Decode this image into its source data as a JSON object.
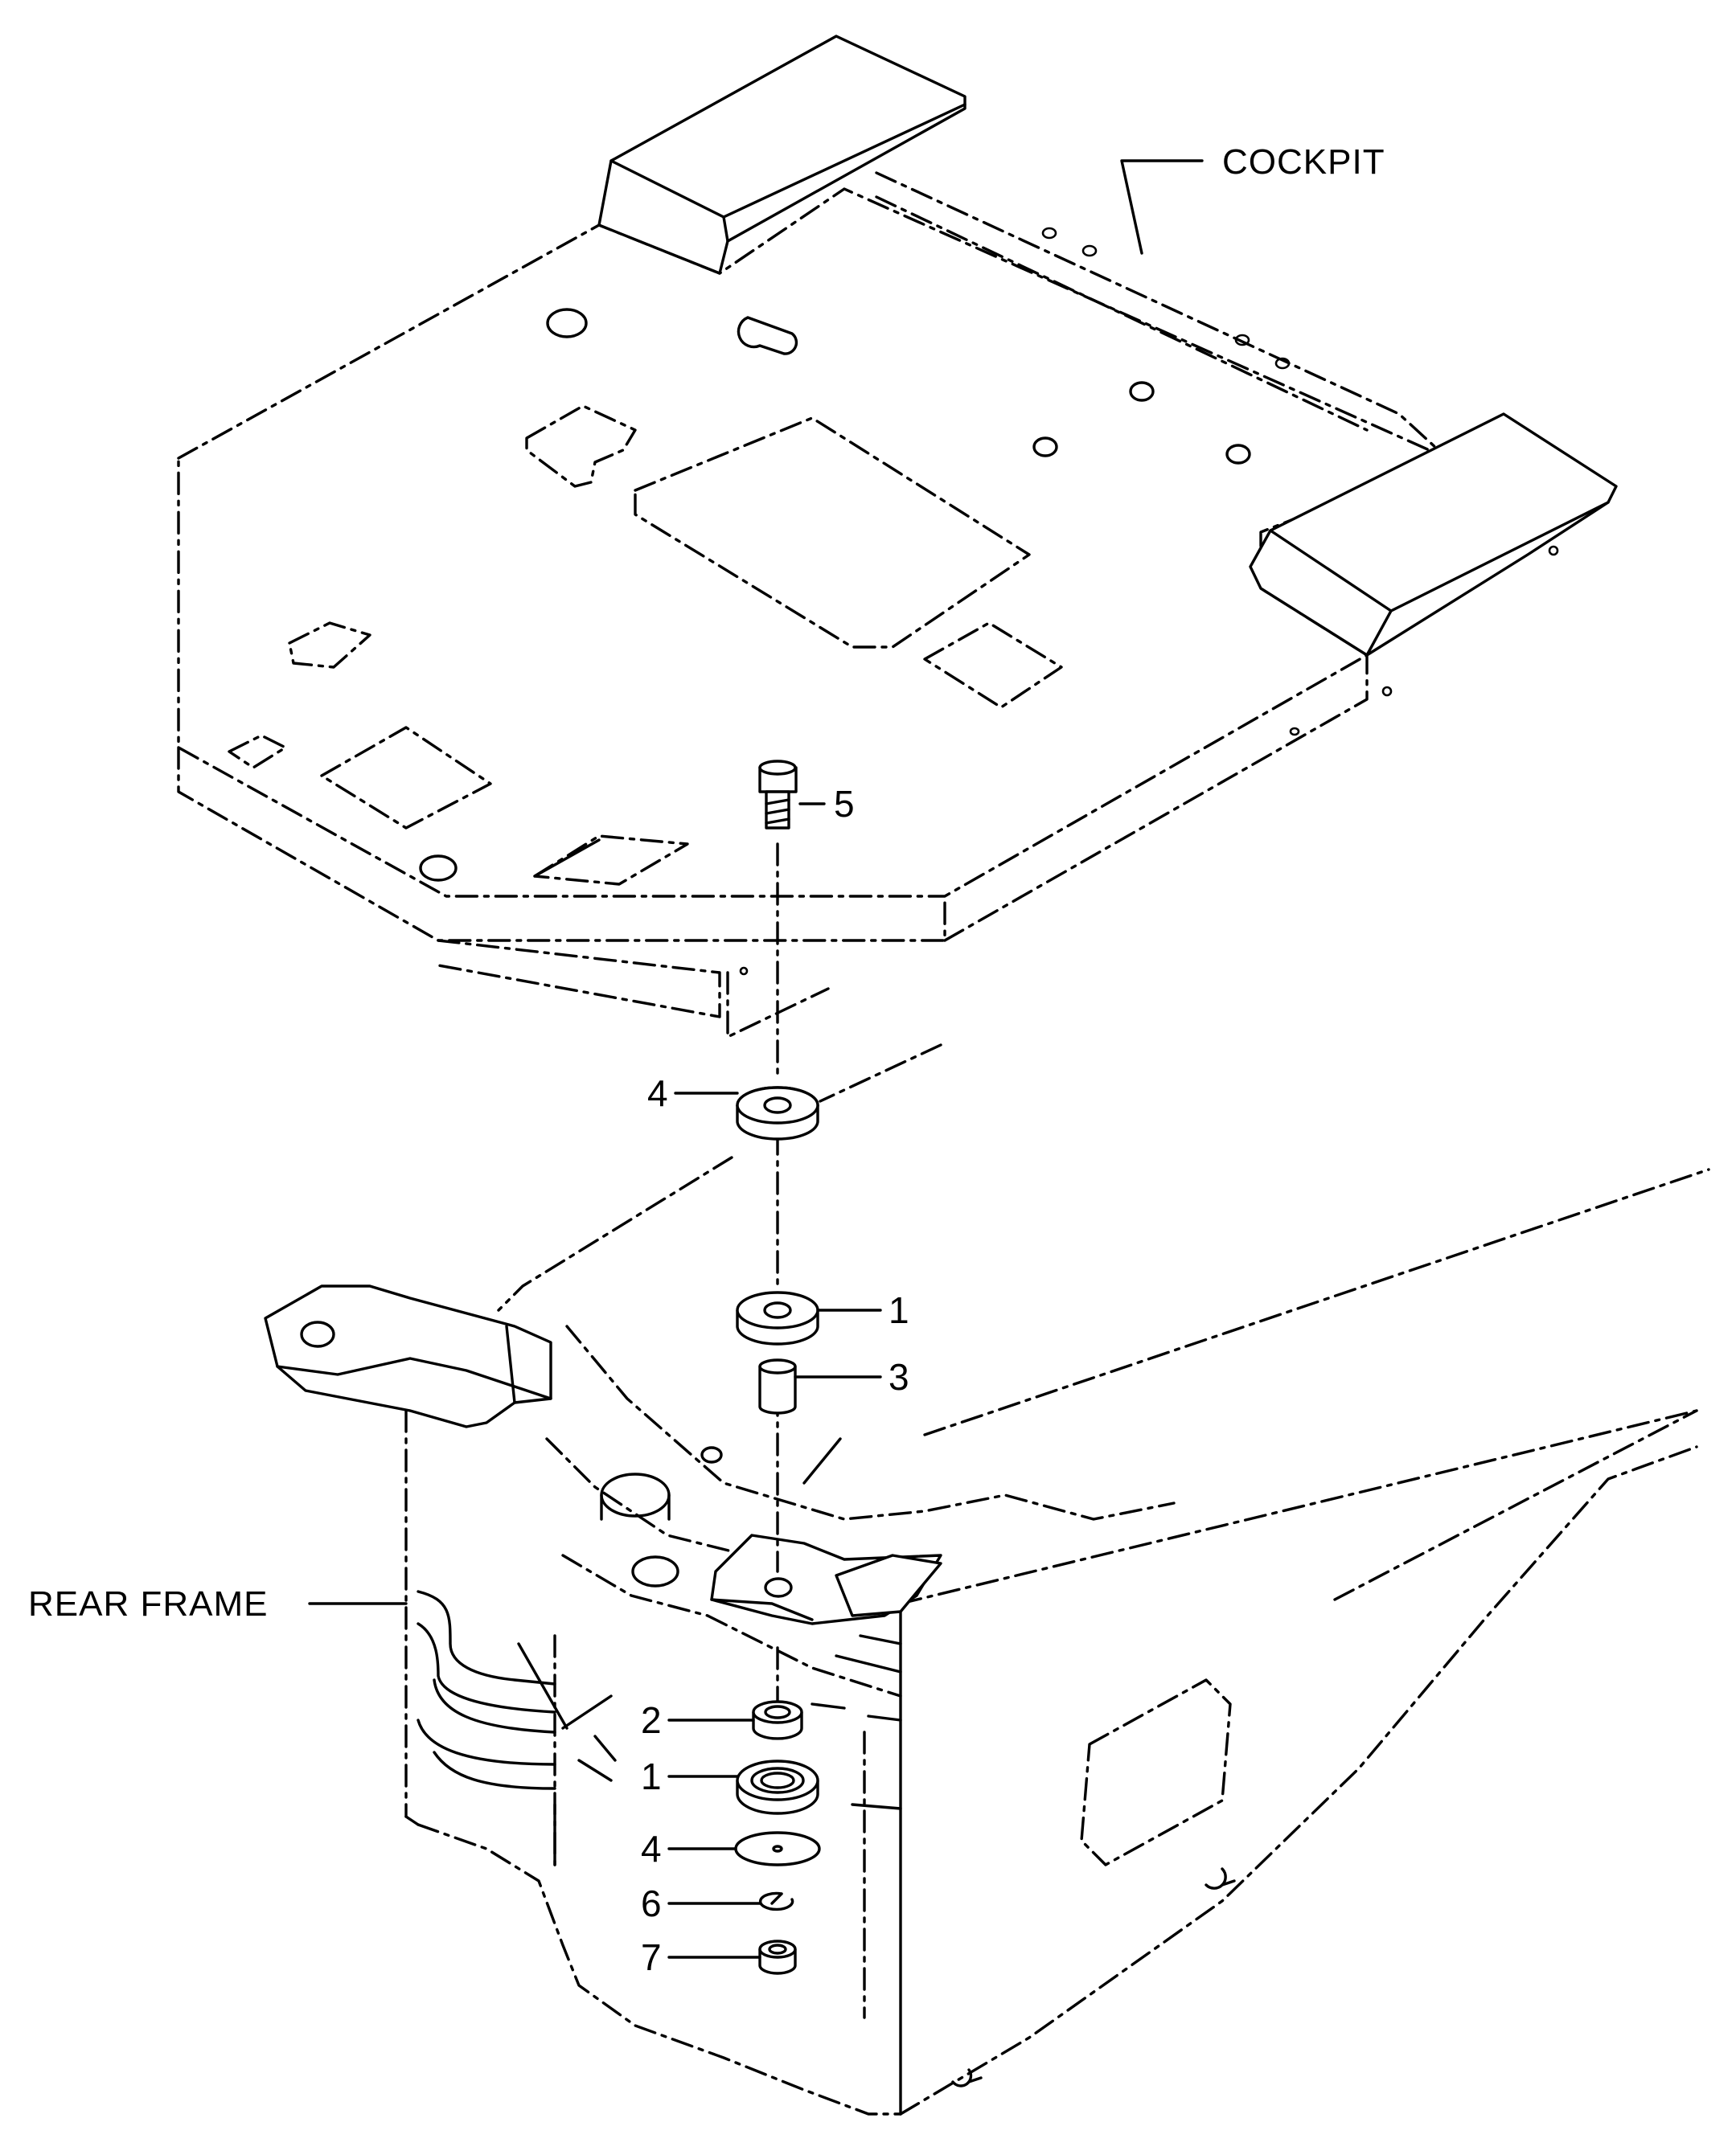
{
  "labels": {
    "cockpit": "COCKPIT",
    "rear_frame": "REAR FRAME"
  },
  "callouts": [
    {
      "id": "5",
      "part": "bolt"
    },
    {
      "id": "4",
      "part": "upper washer"
    },
    {
      "id": "1",
      "part": "upper rubber mount"
    },
    {
      "id": "3",
      "part": "spacer sleeve"
    },
    {
      "id": "2",
      "part": "bushing"
    },
    {
      "id": "1",
      "part": "lower rubber mount"
    },
    {
      "id": "4",
      "part": "lower washer"
    },
    {
      "id": "6",
      "part": "lock washer"
    },
    {
      "id": "7",
      "part": "nut"
    }
  ]
}
